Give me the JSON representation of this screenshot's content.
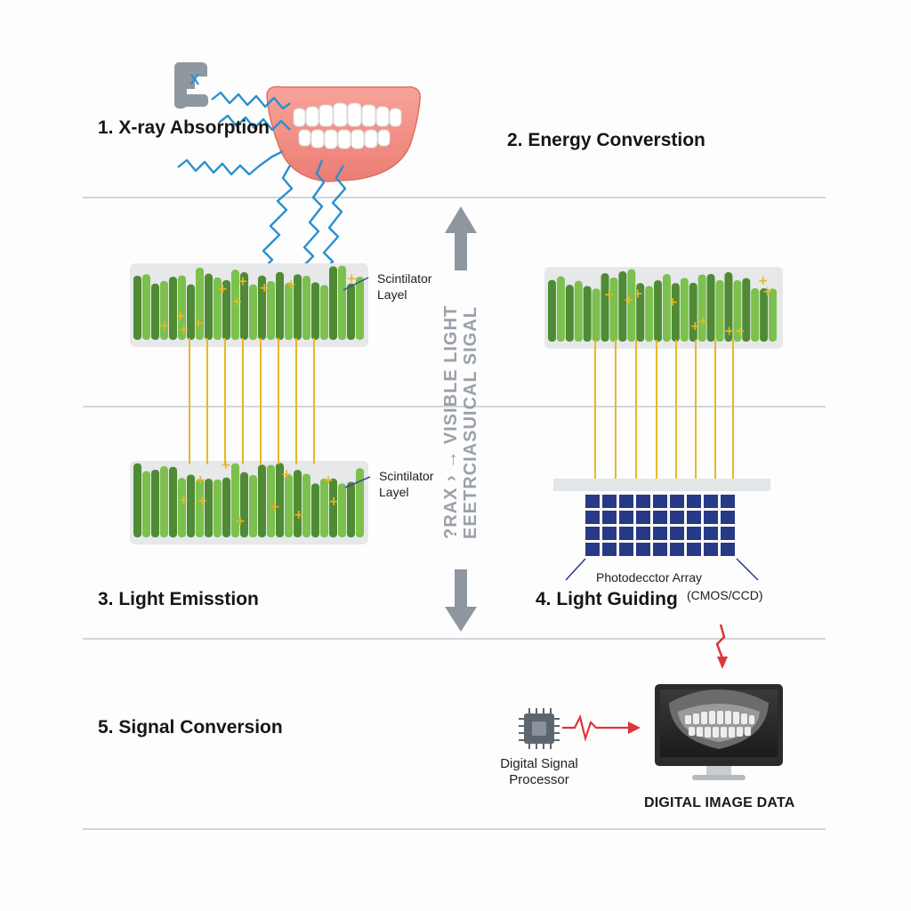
{
  "steps": {
    "s1": "1. X-ray Absorption",
    "s2": "2. Energy Converstion",
    "s3": "3. Light Emisstion",
    "s4": "4. Light Guiding",
    "s5": "5. Signal Conversion"
  },
  "labels": {
    "scint_top_line1": "Scintilator",
    "scint_top_line2": "Layel",
    "scint_bottom_line1": "Scintilator",
    "scint_bottom_line2": "Layel",
    "photodetector": "Photodecctor Array",
    "cmos": "(CMOS/CCD)",
    "dsp_line1": "Digital Signal",
    "dsp_line2": "Processor",
    "digital_image": "DIGITAL IMAGE DATA",
    "xray_source_letter": "X"
  },
  "vertical_text": {
    "line1": "?RAX › → VISIBLE  LIGHT",
    "line2": "EEETRCIASUICAL SIGAL"
  },
  "colors": {
    "divider": "#c3c8cf",
    "scintillator_dark": "#4f8a35",
    "scintillator_light": "#7cc04d",
    "light_ray": "#e8b823",
    "xray": "#2b8fcf",
    "array_blue": "#283a86",
    "signal_red": "#e0343a",
    "arrow_gray": "#8e96a0",
    "gum": "#f08d84"
  },
  "icons": [
    "xray-source-icon",
    "teeth-icon",
    "chip-icon",
    "monitor-icon",
    "signal-wave-icon"
  ]
}
